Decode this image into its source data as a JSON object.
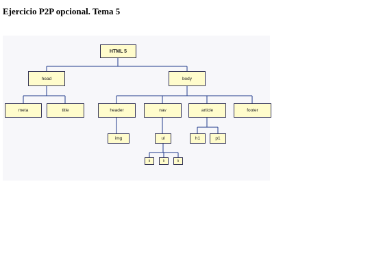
{
  "page": {
    "title": "Ejercicio P2P opcional. Tema 5"
  },
  "tree": {
    "root": "HTML 5",
    "head": "head",
    "body": "body",
    "meta": "meta",
    "title": "title",
    "header": "header",
    "nav": "nav",
    "article": "article",
    "footer": "footer",
    "img": "img",
    "ul": "ul",
    "h1": "h1",
    "p1": "p1",
    "li_1": "li",
    "li_2": "li",
    "li_3": "li"
  },
  "colors": {
    "node_fill": "#fffccc",
    "node_border": "#333355",
    "connector": "#1f3a8a"
  }
}
